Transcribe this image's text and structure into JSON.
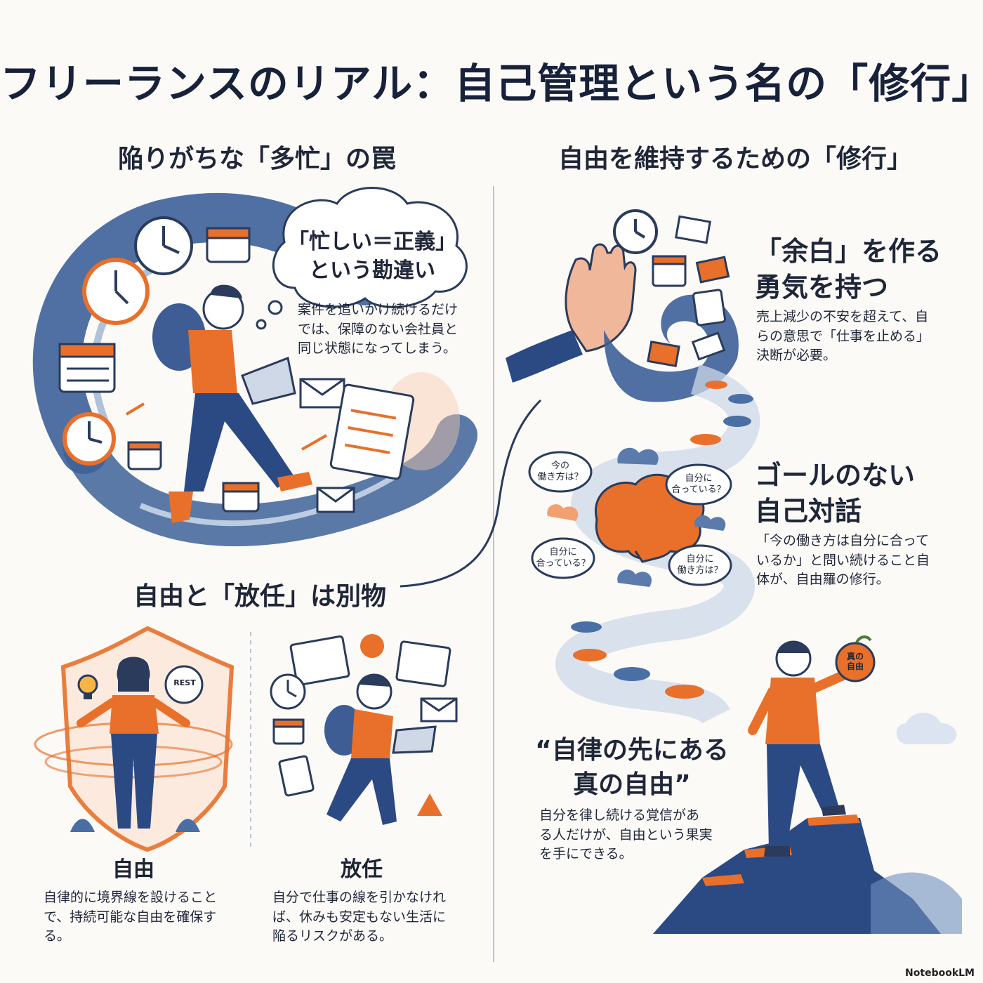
{
  "title": "フリーランスのリアル：自己管理という名の「修行」",
  "left": {
    "section_title": "陥りがちな「多忙」の罠",
    "bubble": {
      "line1": "「忙しい＝正義」",
      "line2": "という勘違い"
    },
    "description_lines": [
      "案件を追いかけ続けるだけ",
      "では、保障のない会社員と",
      "同じ状態になってしまう。"
    ]
  },
  "lower_left": {
    "section_title": "自由と「放任」は別物",
    "rest_label": "REST",
    "freedom": {
      "title": "自由",
      "lines": [
        "自律的に境界線を設けること",
        "で、持続可能な自由を確保す",
        "る。"
      ]
    },
    "neglect": {
      "title": "放任",
      "lines": [
        "自分で仕事の線を引かなけれ",
        "ば、休みも安定もない生活に",
        "陥るリスクがある。"
      ]
    }
  },
  "right": {
    "section_title": "自由を維持するための「修行」",
    "margin": {
      "heading_lines": [
        "「余白」を作る",
        "勇気を持つ"
      ],
      "lines": [
        "売上減少の不安を超えて、自",
        "らの意思で「仕事を止める」",
        "決断が必要。"
      ]
    },
    "dialogue": {
      "heading_lines": [
        "ゴールのない",
        "自己対話"
      ],
      "lines": [
        "「今の働き方は自分に合って",
        "いるか」と問い続けること自",
        "体が、自由羅の修行。"
      ],
      "bubbles": [
        {
          "line1": "今の",
          "line2": "働き方は？"
        },
        {
          "line1": "自分に",
          "line2": "合っている？"
        },
        {
          "line1": "自分に",
          "line2": "合っている？"
        },
        {
          "line1": "自分に",
          "line2": "働き方は？"
        }
      ]
    },
    "true_freedom": {
      "quote_lines": [
        "“自律の先にある",
        "真の自由”"
      ],
      "lines": [
        "自分を律し続ける覚信があ",
        "る人だけが、自由という果実",
        "を手にできる。"
      ],
      "fruit_label": {
        "line1": "真の",
        "line2": "自由"
      }
    }
  },
  "footer": "NotebookLM",
  "colors": {
    "navy": "#23407a",
    "blue": "#4a6fa5",
    "orange": "#e8702a",
    "text": "#1f2638"
  }
}
